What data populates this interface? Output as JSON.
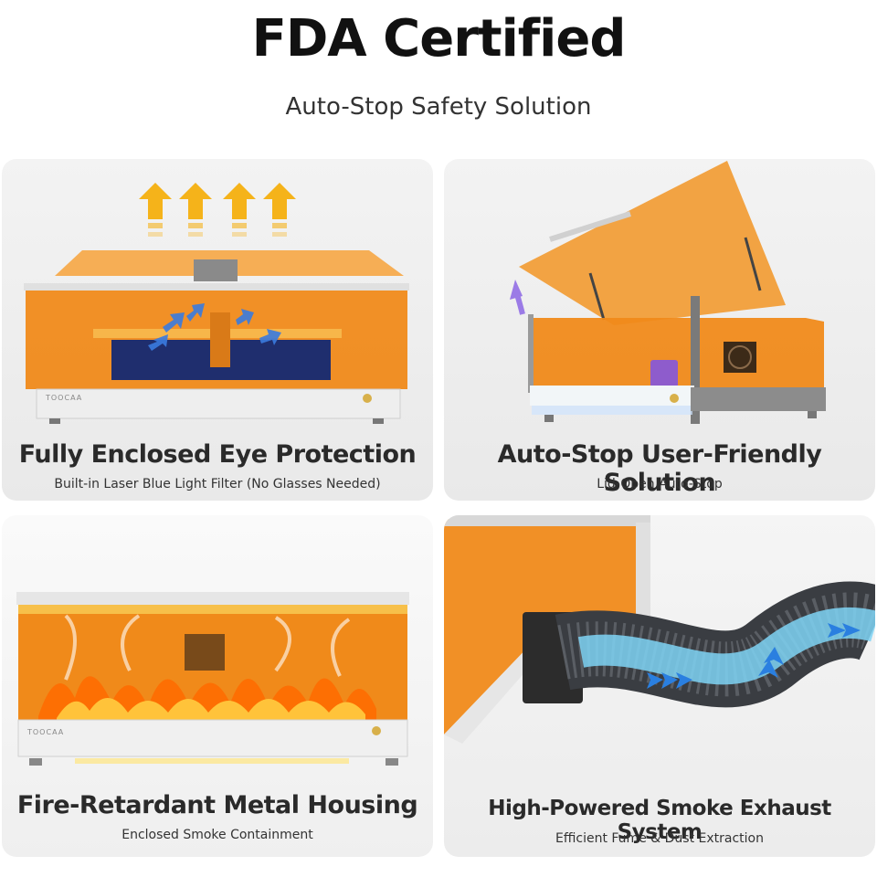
{
  "header": {
    "title": "FDA Certified",
    "subtitle": "Auto-Stop Safety Solution"
  },
  "colors": {
    "acrylic_orange": "#f08a1a",
    "frame_silver": "#e6e6e6",
    "airflow_blue": "#3a7be0",
    "heat_arrow_yellow": "#f5b31a",
    "lid_arrow_purple": "#9b7be6",
    "duct_dark": "#3a3d42"
  },
  "cards": [
    {
      "title": "Fully Enclosed Eye Protection",
      "subtitle": "Built-in Laser Blue Light Filter (No Glasses Needed)",
      "brand_mark": "TOOCAA"
    },
    {
      "title": "Auto-Stop User-Friendly Solution",
      "subtitle": "Lid-Open Auto-Stop"
    },
    {
      "title": "Fire-Retardant Metal Housing",
      "subtitle": "Enclosed Smoke Containment",
      "brand_mark": "TOOCAA"
    },
    {
      "title": "High-Powered Smoke Exhaust System",
      "subtitle": "Efficient Fume & Dust Extraction"
    }
  ]
}
